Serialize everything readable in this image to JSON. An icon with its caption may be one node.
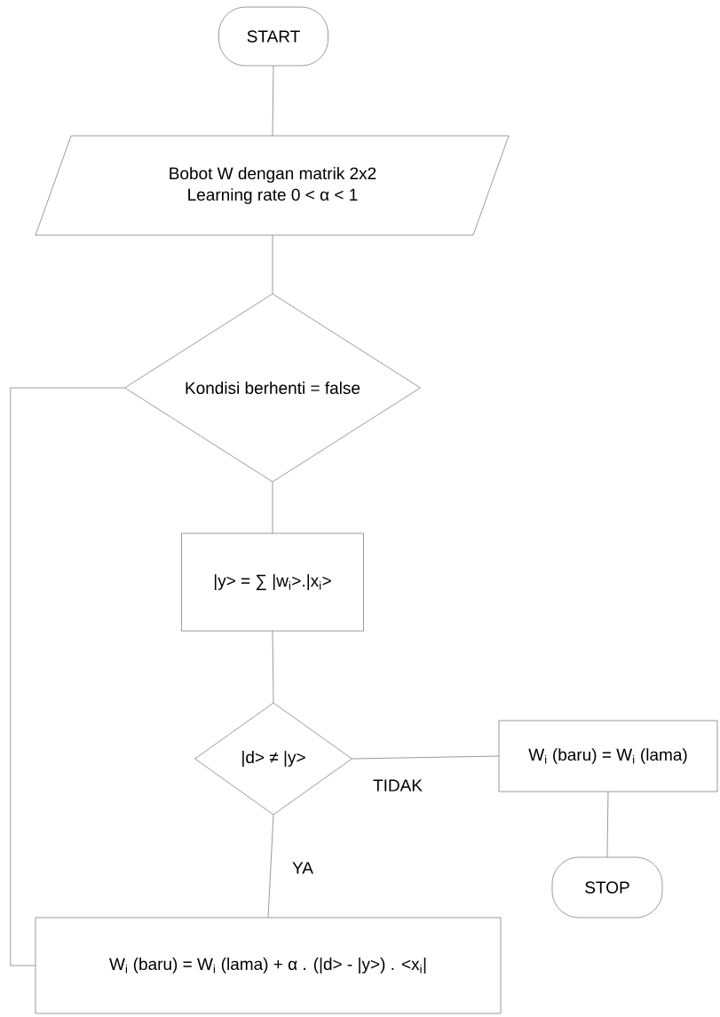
{
  "diagram": {
    "nodes": [
      {
        "text": [
          "START"
        ]
      },
      {
        "text": [
          "Bobot W dengan matrik 2x2",
          "Learning rate 0 < α < 1"
        ]
      },
      {
        "text": [
          "Kondisi berhenti = false"
        ]
      },
      {
        "text": [
          "|y> = ∑ |w$_{i}$>.|x$_{i}$>"
        ]
      },
      {
        "text": [
          "|d> ≠ |y>"
        ]
      },
      {
        "text": [
          "W$_{i}$ (baru) = W$_{i}$ (lama)"
        ]
      },
      {
        "text": [
          "STOP"
        ]
      },
      {
        "text": [
          "W$_{i}$ (baru) = W$_{i}$ (lama) + α . (|d> - |y>) . <x$_{i}$|"
        ]
      }
    ],
    "edges": [
      {
        "from": 0,
        "to": 1,
        "arrow": "none"
      },
      {
        "from": 1,
        "to": 2,
        "arrow": "none"
      },
      {
        "from": 2,
        "to": 3,
        "arrow": "none"
      },
      {
        "from": 3,
        "to": 4,
        "arrow": "none"
      },
      {
        "from": 4,
        "to": 5,
        "arrow": "none",
        "label": "TIDAK"
      },
      {
        "from": 5,
        "to": 6,
        "arrow": "none"
      },
      {
        "from": 4,
        "to": 7,
        "arrow": "none",
        "label": "YA"
      },
      {
        "from": 7,
        "to": 2,
        "arrow": "none"
      }
    ]
  }
}
